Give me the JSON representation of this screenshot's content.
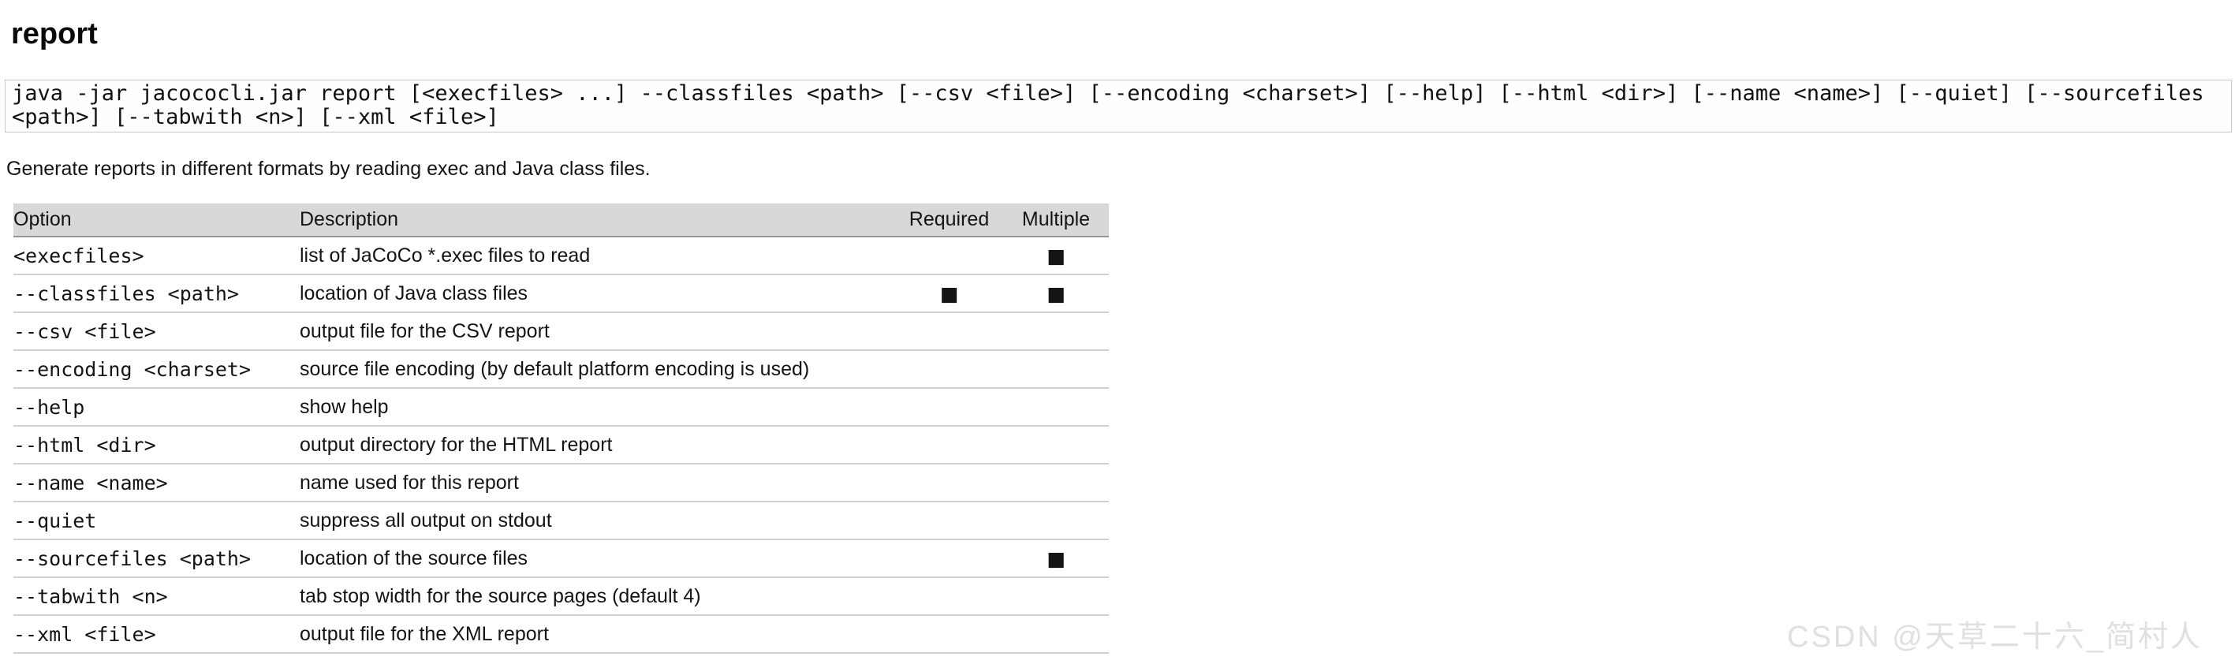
{
  "page": {
    "title": "report",
    "intro": "Generate reports in different formats by reading exec and Java class files."
  },
  "code": {
    "command": "java -jar jacococli.jar report [<execfiles> ...] --classfiles <path> [--csv <file>] [--encoding <charset>] [--help] [--html <dir>] [--name <name>] [--quiet] [--sourcefiles <path>] [--tabwith <n>] [--xml <file>]"
  },
  "table": {
    "columns": [
      "Option",
      "Description",
      "Required",
      "Multiple"
    ],
    "marker_glyph": "■",
    "header_bg": "#d8d8d8",
    "rows": [
      {
        "option": "<execfiles>",
        "description": "list of JaCoCo *.exec files to read",
        "required": "",
        "multiple": "■"
      },
      {
        "option": "--classfiles <path>",
        "description": "location of Java class files",
        "required": "■",
        "multiple": "■"
      },
      {
        "option": "--csv <file>",
        "description": "output file for the CSV report",
        "required": "",
        "multiple": ""
      },
      {
        "option": "--encoding <charset>",
        "description": "source file encoding (by default platform encoding is used)",
        "required": "",
        "multiple": ""
      },
      {
        "option": "--help",
        "description": "show help",
        "required": "",
        "multiple": ""
      },
      {
        "option": "--html <dir>",
        "description": "output directory for the HTML report",
        "required": "",
        "multiple": ""
      },
      {
        "option": "--name <name>",
        "description": "name used for this report",
        "required": "",
        "multiple": ""
      },
      {
        "option": "--quiet",
        "description": "suppress all output on stdout",
        "required": "",
        "multiple": ""
      },
      {
        "option": "--sourcefiles <path>",
        "description": "location of the source files",
        "required": "",
        "multiple": "■"
      },
      {
        "option": "--tabwith <n>",
        "description": "tab stop width for the source pages (default 4)",
        "required": "",
        "multiple": ""
      },
      {
        "option": "--xml <file>",
        "description": "output file for the XML report",
        "required": "",
        "multiple": ""
      }
    ]
  },
  "watermark": {
    "text": "CSDN @天草二十六_简村人",
    "color": "#e0e0e0"
  }
}
